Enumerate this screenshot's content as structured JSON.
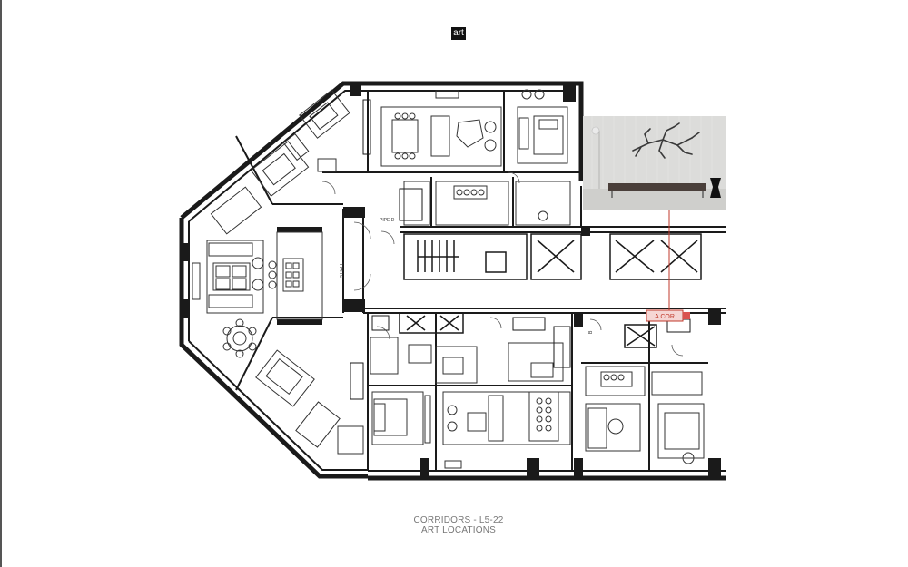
{
  "logo": {
    "text": "art"
  },
  "caption": {
    "line1": "CORRIDORS - L5-22",
    "line2": "ART LOCATIONS"
  },
  "plan_labels": {
    "pipe": "PIPE D",
    "corridor_tag": "A COR",
    "hall": "3 HALL",
    "unit_b": "B"
  },
  "colors": {
    "wall": "#1a1a1a",
    "accent": "#c0392b",
    "tag_fill": "#d9534f",
    "photo_wall": "#d6d6d4"
  }
}
